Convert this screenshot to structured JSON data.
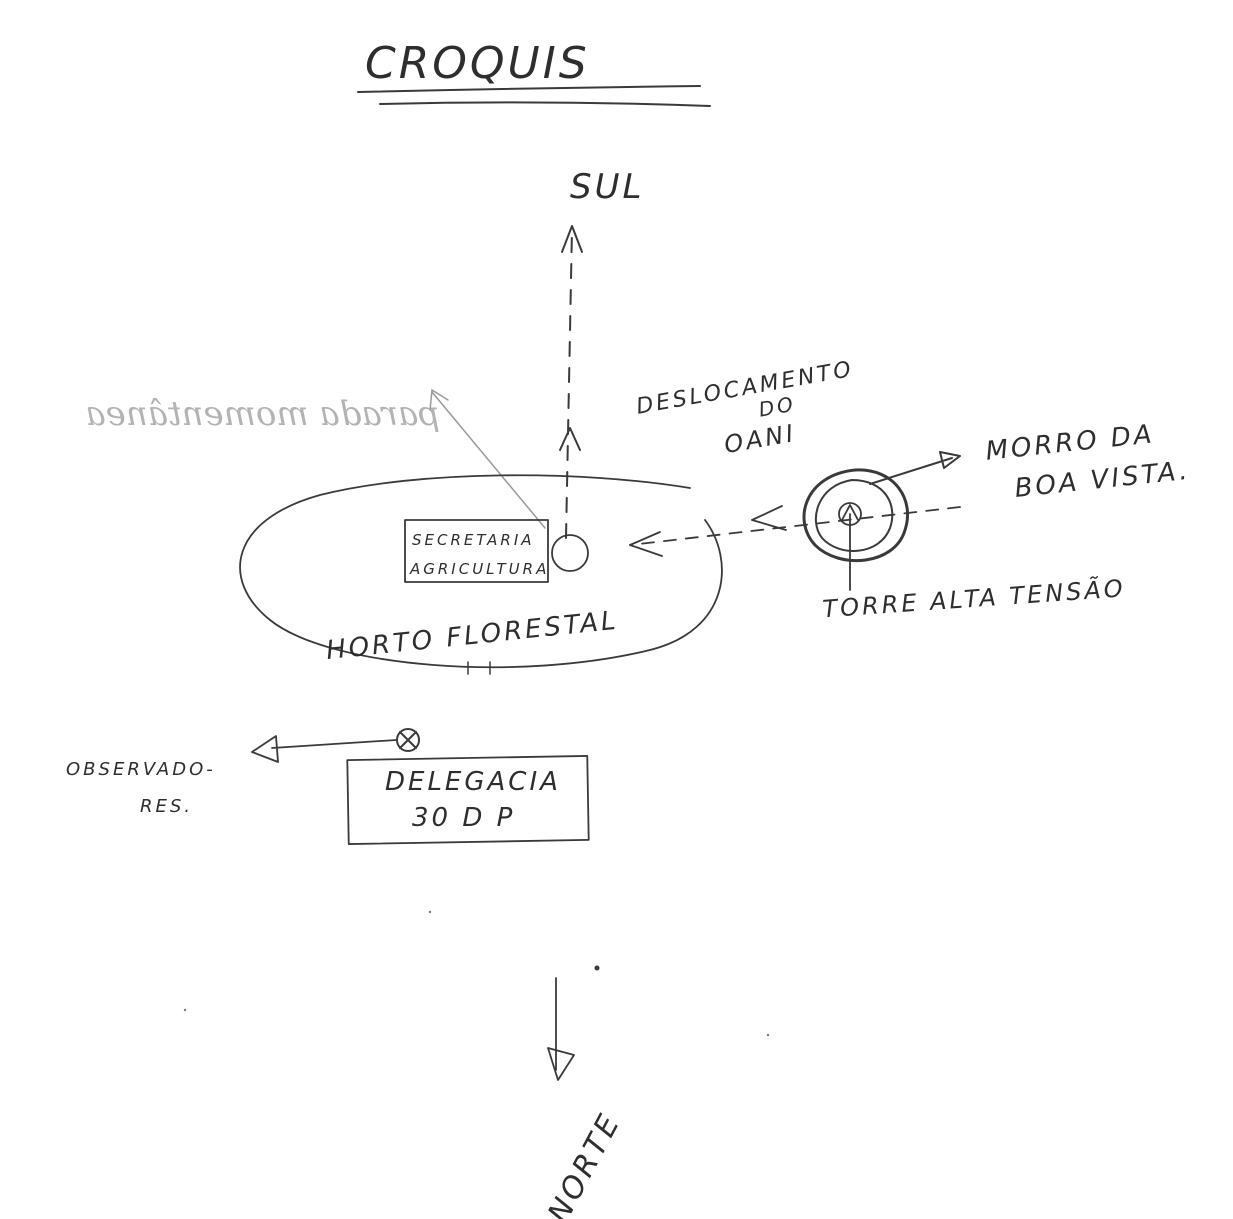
{
  "title": "CROQUIS",
  "labels": {
    "sul": "SUL",
    "deslocamento_1": "DESLOCAMENTO",
    "deslocamento_2": "DO",
    "deslocamento_3": "OANI",
    "morro_1": "MORRO DA",
    "morro_2": "BOA VISTA.",
    "secretaria_1": "SECRETARIA",
    "secretaria_2": "AGRICULTURA",
    "horto": "HORTO FLORESTAL",
    "torre": "TORRE ALTA TENSÃO",
    "observadores_1": "OBSERVADO-",
    "observadores_2": "RES.",
    "delegacia_1": "DELEGACIA",
    "delegacia_2": "30 D P",
    "norte": "NORTE",
    "mirrored_note": "parada momentânea"
  },
  "colors": {
    "ink": "#3a3a3a",
    "faded_ink": "#b3b3b3",
    "paper": "#ffffff"
  }
}
